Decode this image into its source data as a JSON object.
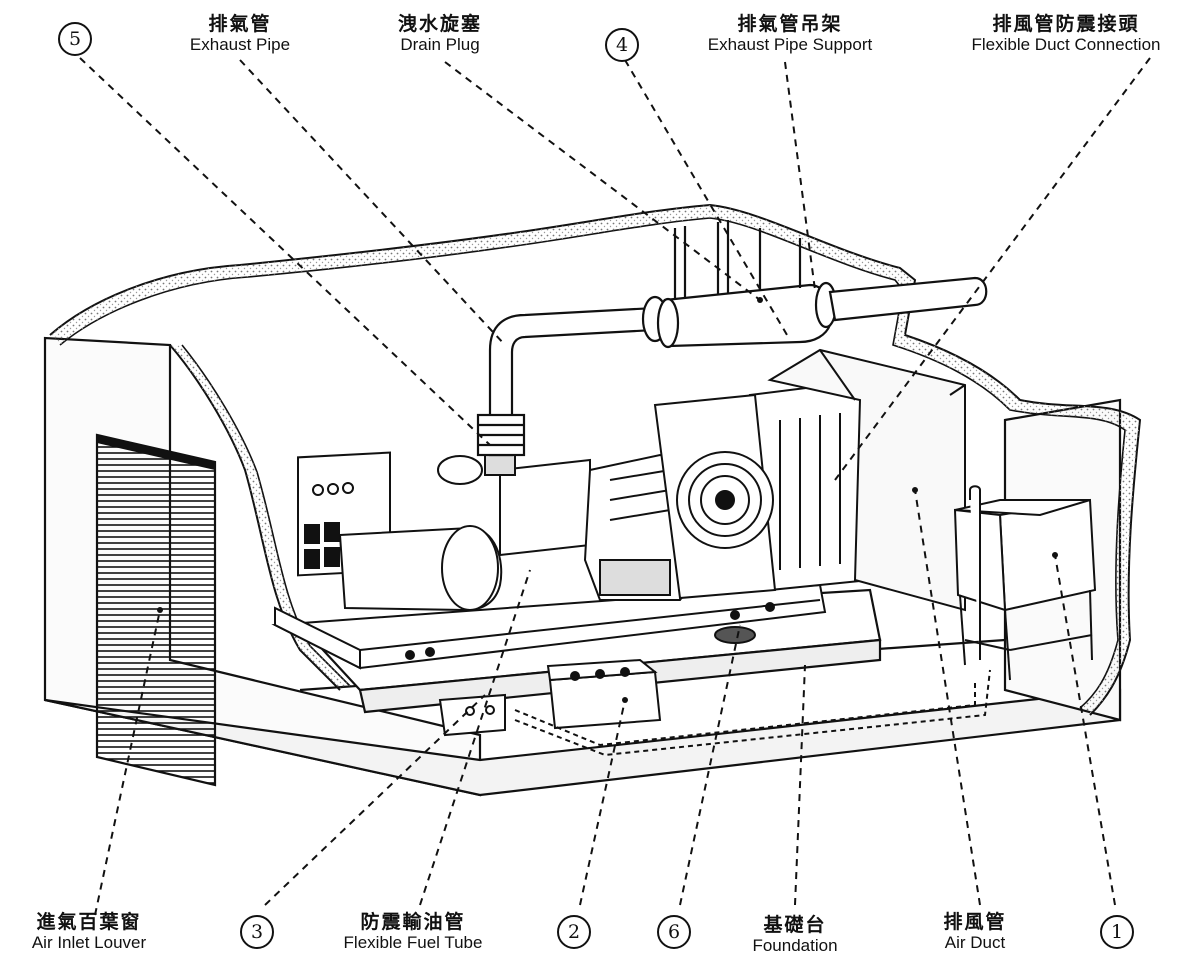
{
  "labels": {
    "exhaust_pipe": {
      "zh": "排氣管",
      "en": "Exhaust Pipe"
    },
    "drain_plug": {
      "zh": "洩水旋塞",
      "en": "Drain Plug"
    },
    "exhaust_pipe_support": {
      "zh": "排氣管吊架",
      "en": "Exhaust Pipe Support"
    },
    "flexible_duct_connection": {
      "zh": "排風管防震接頭",
      "en": "Flexible Duct Connection"
    },
    "air_inlet_louver": {
      "zh": "進氣百葉窗",
      "en": "Air Inlet Louver"
    },
    "flexible_fuel_tube": {
      "zh": "防震輸油管",
      "en": "Flexible Fuel Tube"
    },
    "foundation": {
      "zh": "基礎台",
      "en": "Foundation"
    },
    "air_duct": {
      "zh": "排風管",
      "en": "Air Duct"
    }
  },
  "callouts": {
    "n1": "1",
    "n2": "2",
    "n3": "3",
    "n4": "4",
    "n5": "5",
    "n6": "6"
  },
  "colors": {
    "line": "#111111",
    "wall_fill": "#f4f4f4",
    "stipple": "#777777"
  }
}
